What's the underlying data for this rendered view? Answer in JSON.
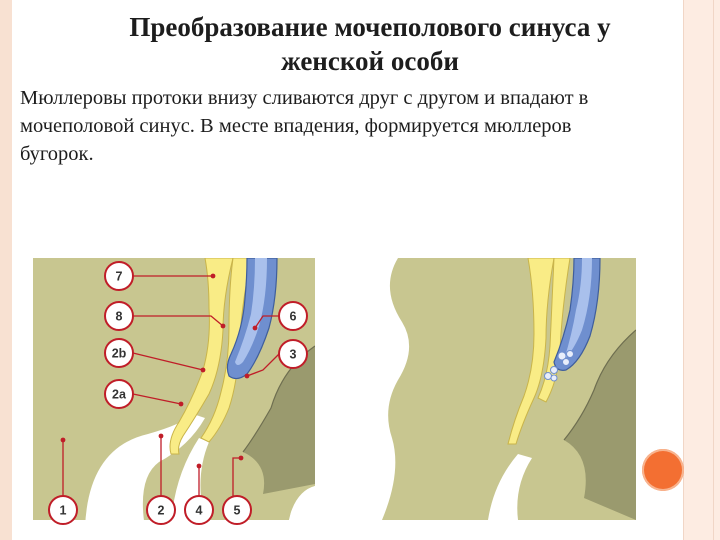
{
  "slide": {
    "title_line1": "Преобразование мочеполового синуса у",
    "title_line2": "женской особи",
    "body_line1": "Мюллеровы протоки внизу сливаются друг с другом и впадают в",
    "body_line2": "мочеполовой синус. В месте впадения, формируется мюллеров",
    "body_line3": "бугорок."
  },
  "diagram": {
    "markers": [
      "7",
      "8",
      "2b",
      "2a",
      "6",
      "3",
      "1",
      "2",
      "4",
      "5"
    ]
  },
  "colors": {
    "tissue": "#c8c690",
    "tissue_dark": "#9a9a6e",
    "epithelium": "#f9ec86",
    "duct_blue": "#6f8fcf",
    "leader_red": "#c01d28",
    "accent_orange": "#f36f32"
  }
}
